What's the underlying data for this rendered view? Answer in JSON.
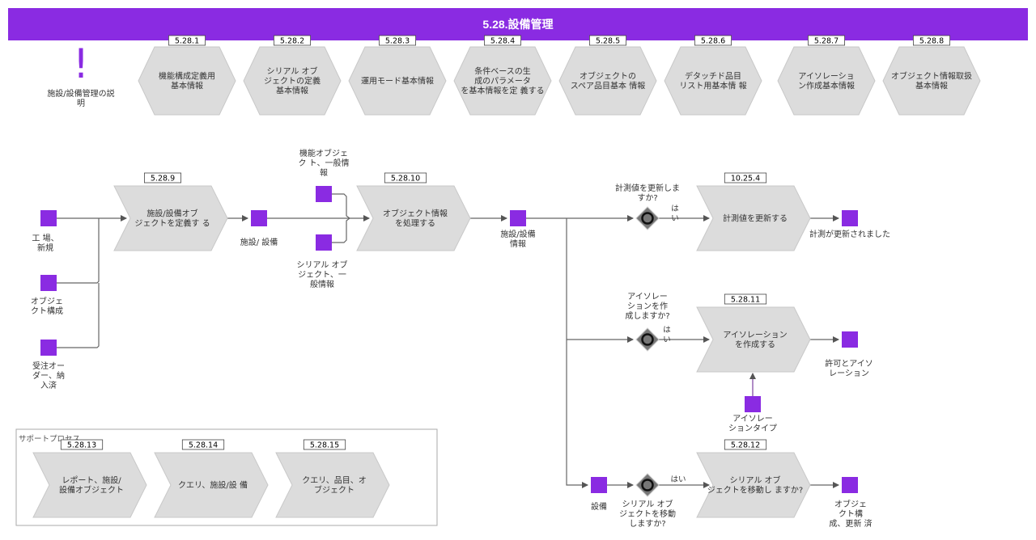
{
  "title": "5.28.設備管理",
  "colors": {
    "banner": "#8a2be2",
    "square": "#8a2be2",
    "chevron": "#dcdcdc",
    "line": "#666666"
  },
  "overview": {
    "icon": "!",
    "label_lines": [
      "施設/設備管理の説",
      "明"
    ]
  },
  "top_processes": [
    {
      "num": "5.28.1",
      "lines": [
        "機能構成定義用",
        "基本情報"
      ]
    },
    {
      "num": "5.28.2",
      "lines": [
        "シリアル オブ",
        "ジェクトの定義",
        "基本情報"
      ]
    },
    {
      "num": "5.28.3",
      "lines": [
        "運用モード基本情報"
      ]
    },
    {
      "num": "5.28.4",
      "lines": [
        "条件ベースの生",
        "成のパラメータ",
        "を基本情報を定 義する"
      ]
    },
    {
      "num": "5.28.5",
      "lines": [
        "オブジェクトの",
        "スペア品目基本 情報"
      ]
    },
    {
      "num": "5.28.6",
      "lines": [
        "デタッチド品目",
        "リスト用基本情 報"
      ]
    },
    {
      "num": "5.28.7",
      "lines": [
        "アイソレーショ",
        "ン作成基本情報"
      ]
    },
    {
      "num": "5.28.8",
      "lines": [
        "オブジェクト情報取扱",
        "基本情報"
      ]
    }
  ],
  "main_processes": [
    {
      "num": "5.28.9",
      "lines": [
        "施設/設備オブ",
        "ジェクトを定義す る"
      ]
    },
    {
      "num": "5.28.10",
      "lines": [
        "オブジェクト情報",
        "を処理する"
      ]
    },
    {
      "num": "10.25.4",
      "lines": [
        "計測値を更新する"
      ]
    },
    {
      "num": "5.28.11",
      "lines": [
        "アイソレーション",
        "を作成する"
      ]
    },
    {
      "num": "5.28.12",
      "lines": [
        "シリアル オブ",
        "ジェクトを移動し ますか?"
      ]
    }
  ],
  "support": {
    "title": "サポートプロセス",
    "processes": [
      {
        "num": "5.28.13",
        "lines": [
          "レポート、施設/",
          "設備オブジェクト"
        ]
      },
      {
        "num": "5.28.14",
        "lines": [
          "クエリ、施設/設 備"
        ]
      },
      {
        "num": "5.28.15",
        "lines": [
          "クエリ、品目、オ",
          "ブジェクト"
        ]
      }
    ]
  },
  "objects": [
    {
      "id": "in1",
      "lines": [
        "工 場、",
        "新規"
      ]
    },
    {
      "id": "in2",
      "lines": [
        "オブジェ",
        "クト構成"
      ]
    },
    {
      "id": "in3",
      "lines": [
        "受注オー",
        "ダー、納",
        "入済"
      ]
    },
    {
      "id": "equip",
      "lines": [
        "施設/ 設備"
      ]
    },
    {
      "id": "func_obj",
      "lines": [
        "機能オブジェ",
        "ク ト、一般情",
        "報"
      ]
    },
    {
      "id": "serial_obj",
      "lines": [
        "シリアル オブ",
        "ジェクト、一",
        "般情報"
      ]
    },
    {
      "id": "equip_info",
      "lines": [
        "施設/設備",
        "情報"
      ]
    },
    {
      "id": "meas_updated",
      "lines": [
        "計測が更新されました"
      ]
    },
    {
      "id": "permit",
      "lines": [
        "許可とアイソ",
        "レーション"
      ]
    },
    {
      "id": "iso_type",
      "lines": [
        "アイソレー",
        "ションタイプ"
      ]
    },
    {
      "id": "equipment",
      "lines": [
        "設備"
      ]
    },
    {
      "id": "obj_updated",
      "lines": [
        "オブジェ",
        "クト構",
        "成、更新 済"
      ]
    }
  ],
  "gateways": [
    {
      "id": "g1",
      "question_lines": [
        "計測値を更新しま",
        "すか?"
      ],
      "answer_lines": [
        "は",
        "い"
      ]
    },
    {
      "id": "g2",
      "question_lines": [
        "アイソレー",
        "ションを作",
        "成しますか?"
      ],
      "answer_lines": [
        "は",
        "い"
      ]
    },
    {
      "id": "g3",
      "question_lines": [
        "シリアル オブ",
        "ジェクトを移動",
        "しますか?"
      ],
      "answer_lines": [
        "はい"
      ]
    }
  ]
}
